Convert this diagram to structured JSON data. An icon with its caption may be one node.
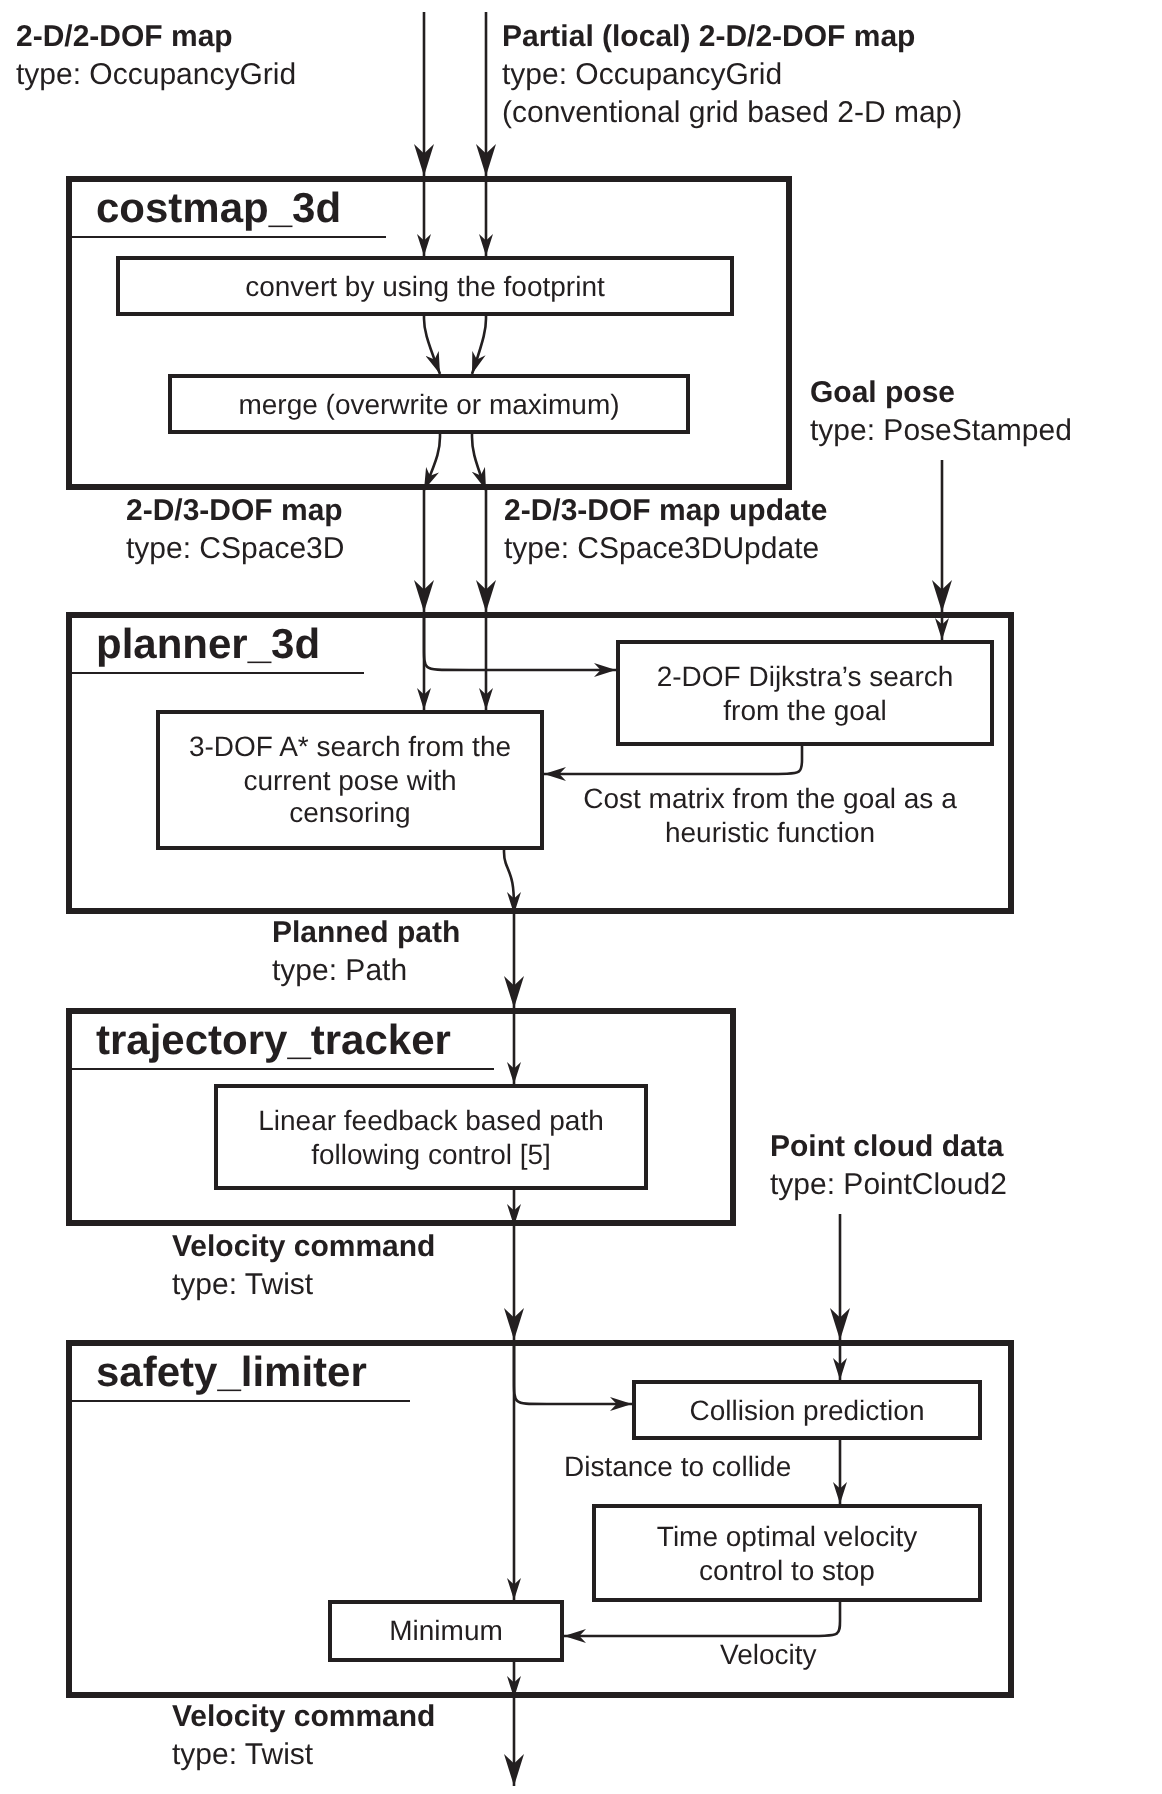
{
  "diagram": {
    "nodes": [
      {
        "text": [
          "costmap_3d"
        ]
      },
      {
        "text": [
          "convert by using the footprint"
        ],
        "in": 0
      },
      {
        "text": [
          "merge (overwrite or maximum)"
        ],
        "in": 0
      },
      {
        "text": [
          "planner_3d"
        ]
      },
      {
        "text": [
          "2-DOF Dijkstra’s search from the goal"
        ],
        "in": 3
      },
      {
        "text": [
          "3-DOF A* search from the current pose with censoring"
        ],
        "in": 3
      },
      {
        "text": [
          "trajectory_tracker"
        ]
      },
      {
        "text": [
          "Linear feedback based path following control [5]"
        ],
        "in": 6
      },
      {
        "text": [
          "safety_limiter"
        ]
      },
      {
        "text": [
          "Collision prediction"
        ],
        "in": 8
      },
      {
        "text": [
          "Time optimal velocity control to stop"
        ],
        "in": 8
      },
      {
        "text": [
          "Minimum"
        ],
        "in": 8
      },
      {
        "text": [
          "Goal pose",
          "type: PoseStamped"
        ]
      },
      {
        "text": [
          "Point cloud data",
          "type: PointCloud2"
        ]
      }
    ],
    "edges": [
      {
        "from": null,
        "to": 0,
        "arrow": "to",
        "label": "**2-D/2-DOF map** type: OccupancyGrid"
      },
      {
        "from": null,
        "to": 0,
        "arrow": "to",
        "label": "**Partial (local) 2-D/2-DOF map** type: OccupancyGrid (conventional grid based 2-D map)"
      },
      {
        "from": 0,
        "to": 1,
        "arrow": "to"
      },
      {
        "from": 0,
        "to": 1,
        "arrow": "to"
      },
      {
        "from": 1,
        "to": 2,
        "arrow": "to"
      },
      {
        "from": 1,
        "to": 2,
        "arrow": "to"
      },
      {
        "from": 2,
        "to": 0,
        "arrow": "to"
      },
      {
        "from": 2,
        "to": 0,
        "arrow": "to"
      },
      {
        "from": 0,
        "to": 3,
        "arrow": "to",
        "label": "**2-D/3-DOF map** type: CSpace3D"
      },
      {
        "from": 0,
        "to": 3,
        "arrow": "to",
        "label": "**2-D/3-DOF map update** type: CSpace3DUpdate"
      },
      {
        "from": 12,
        "to": 3,
        "arrow": "to"
      },
      {
        "from": 3,
        "to": 4,
        "arrow": "to"
      },
      {
        "from": 3,
        "to": 5,
        "arrow": "to"
      },
      {
        "from": 3,
        "to": 5,
        "arrow": "to"
      },
      {
        "from": 3,
        "to": 4,
        "arrow": "to"
      },
      {
        "from": 4,
        "to": 5,
        "arrow": "to",
        "label": "Cost matrix from the goal as a heuristic function"
      },
      {
        "from": 5,
        "to": 3,
        "arrow": "to"
      },
      {
        "from": 3,
        "to": 6,
        "arrow": "to",
        "label": "**Planned path** type: Path"
      },
      {
        "from": 6,
        "to": 7,
        "arrow": "to"
      },
      {
        "from": 7,
        "to": 6,
        "arrow": "to"
      },
      {
        "from": 6,
        "to": 8,
        "arrow": "to",
        "label": "**Velocity command** type: Twist"
      },
      {
        "from": 13,
        "to": 8,
        "arrow": "to"
      },
      {
        "from": 8,
        "to": 9,
        "arrow": "to"
      },
      {
        "from": 8,
        "to": 9,
        "arrow": "to"
      },
      {
        "from": 8,
        "to": 11,
        "arrow": "to"
      },
      {
        "from": 9,
        "to": 10,
        "arrow": "to",
        "label": "Distance to collide"
      },
      {
        "from": 10,
        "to": 11,
        "arrow": "to",
        "label": "Velocity"
      },
      {
        "from": 11,
        "to": 8,
        "arrow": "to"
      },
      {
        "from": 8,
        "to": null,
        "arrow": "to",
        "label": "**Velocity command** type: Twist"
      }
    ]
  }
}
